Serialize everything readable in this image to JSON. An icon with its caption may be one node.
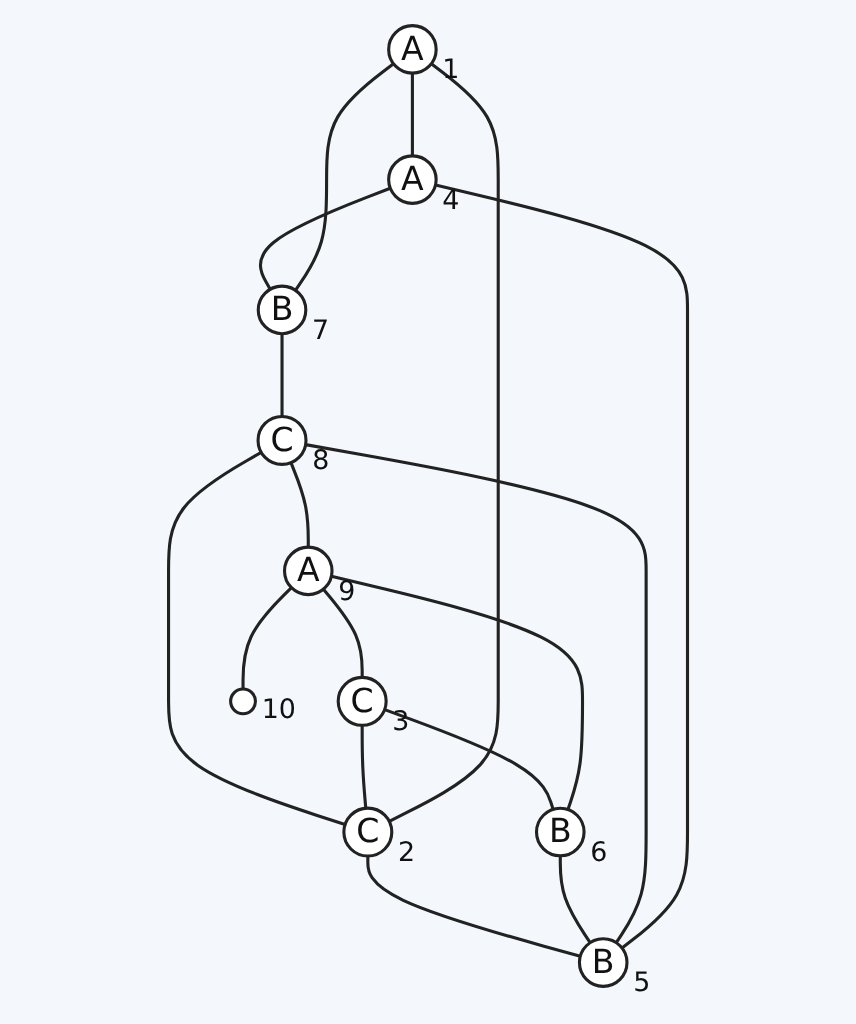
{
  "diagram": {
    "nodes": [
      {
        "text": [
          "A"
        ],
        "beside": [
          "1"
        ]
      },
      {
        "text": [
          "C"
        ],
        "beside": [
          "2"
        ]
      },
      {
        "text": [
          "C"
        ],
        "beside": [
          "3"
        ]
      },
      {
        "text": [
          "A"
        ],
        "beside": [
          "4"
        ]
      },
      {
        "text": [
          "B"
        ],
        "beside": [
          "5"
        ]
      },
      {
        "text": [
          "B"
        ],
        "beside": [
          "6"
        ]
      },
      {
        "text": [
          "B"
        ],
        "beside": [
          "7"
        ]
      },
      {
        "text": [
          "C"
        ],
        "beside": [
          "8"
        ]
      },
      {
        "text": [
          "A"
        ],
        "beside": [
          "9"
        ]
      },
      {
        "text": [],
        "shape": "circle",
        "beside": [
          "10"
        ]
      }
    ],
    "edges": [
      {
        "from": 0,
        "to": 3,
        "arrow": "none"
      },
      {
        "from": 3,
        "to": 6,
        "arrow": "none"
      },
      {
        "from": 6,
        "to": 0,
        "arrow": "none"
      },
      {
        "from": 1,
        "to": 4,
        "arrow": "none"
      },
      {
        "from": 4,
        "to": 7,
        "arrow": "none"
      },
      {
        "from": 7,
        "to": 1,
        "arrow": "none"
      },
      {
        "from": 2,
        "to": 5,
        "arrow": "none"
      },
      {
        "from": 5,
        "to": 8,
        "arrow": "none"
      },
      {
        "from": 8,
        "to": 2,
        "arrow": "none"
      },
      {
        "from": 2,
        "to": 1,
        "arrow": "none"
      },
      {
        "from": 1,
        "to": 0,
        "arrow": "none"
      },
      {
        "from": 5,
        "to": 4,
        "arrow": "none"
      },
      {
        "from": 4,
        "to": 3,
        "arrow": "none"
      },
      {
        "from": 6,
        "to": 7,
        "arrow": "none"
      },
      {
        "from": 7,
        "to": 8,
        "arrow": "none"
      },
      {
        "from": 8,
        "to": 9,
        "arrow": "none"
      }
    ]
  }
}
